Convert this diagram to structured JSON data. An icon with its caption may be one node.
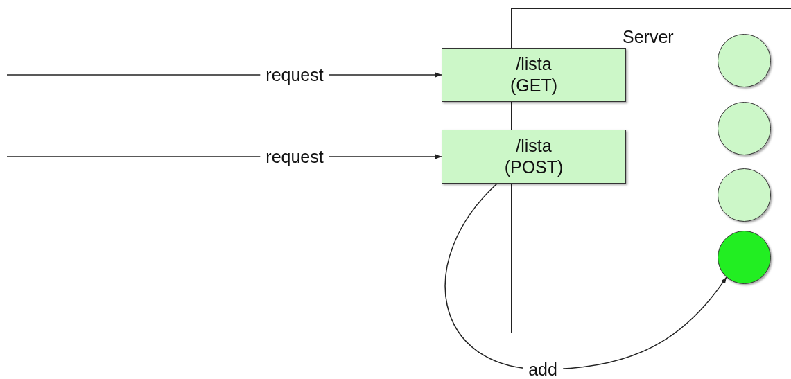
{
  "diagram": {
    "nodes": [
      {
        "text": [
          "Server"
        ]
      },
      {
        "text": [
          "/lista (GET)"
        ]
      },
      {
        "text": [
          "/lista (POST)"
        ]
      },
      {
        "text": [],
        "shape": "circle",
        "in": 0
      },
      {
        "text": [],
        "shape": "circle",
        "in": 0
      },
      {
        "text": [],
        "shape": "circle",
        "in": 0
      },
      {
        "text": [],
        "shape": "circle",
        "in": 0
      }
    ],
    "edges": [
      {
        "from": null,
        "to": 1,
        "arrow": "to",
        "label": "request"
      },
      {
        "from": null,
        "to": 2,
        "arrow": "to",
        "label": "request"
      },
      {
        "from": 2,
        "to": 6,
        "arrow": "to",
        "label": "add"
      }
    ]
  }
}
